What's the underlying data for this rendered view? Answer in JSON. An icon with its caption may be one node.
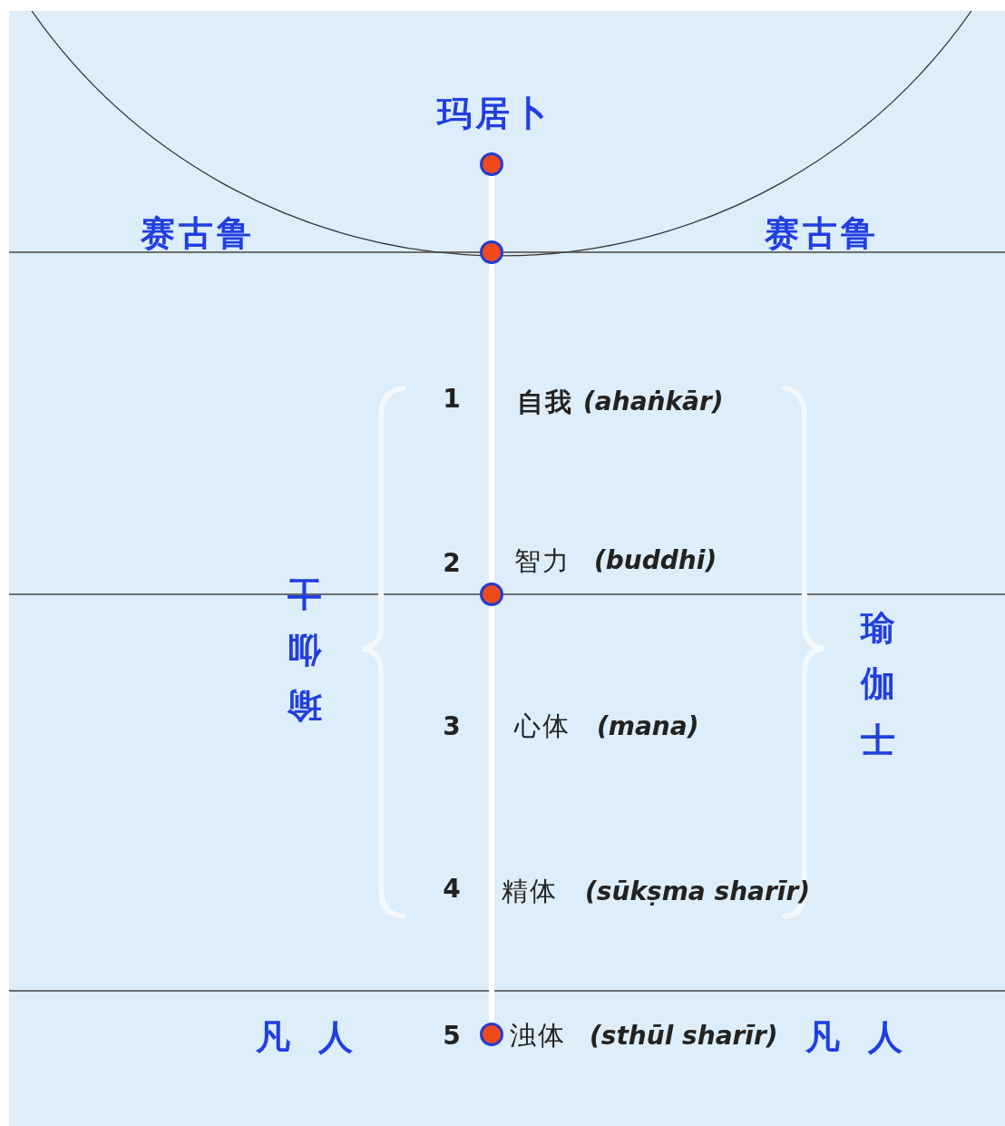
{
  "diagram": {
    "nodes": [
      {
        "text": [],
        "shape": "circle"
      },
      {
        "text": [],
        "shape": "circle"
      },
      {
        "text": [],
        "shape": "circle"
      },
      {
        "text": [],
        "shape": "circle"
      }
    ],
    "edges": [
      {
        "from": 0,
        "to": 1,
        "arrow": "none"
      },
      {
        "from": 1,
        "to": 2,
        "arrow": "none"
      },
      {
        "from": 2,
        "to": 3,
        "arrow": "none"
      }
    ],
    "labels": [
      "玛居卜",
      "赛古鲁",
      "赛古鲁",
      "1",
      "自我",
      "(ahaṅkār)",
      "2",
      "智力",
      "(buddhi)",
      "瑜伽士",
      "瑜伽士",
      "3",
      "心体",
      "(mana)",
      "4",
      "精体",
      "(sūkṣma sharīr)",
      "凡 人",
      "5",
      "浊体",
      "(sthūl sharīr)",
      "凡 人"
    ]
  }
}
